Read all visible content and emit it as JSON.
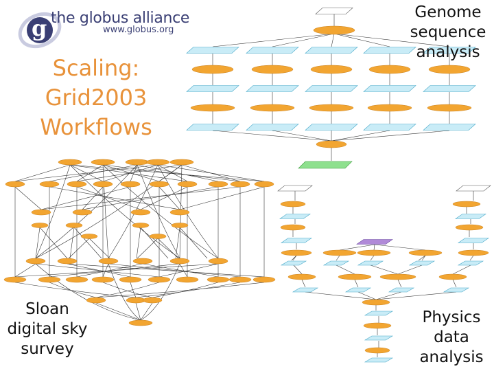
{
  "logo": {
    "name": "the globus alliance",
    "url": "www.globus.org",
    "mark_letter": "g",
    "colors": {
      "globe": "#3a3f74",
      "ring": "#c9cbe0",
      "text": "#3a3f74"
    }
  },
  "title": {
    "lines": [
      "Scaling:",
      "Grid2003",
      "Workflows"
    ],
    "color": "#e8923a"
  },
  "labels": {
    "genome": [
      "Genome",
      "sequence",
      "analysis"
    ],
    "sloan": [
      "Sloan",
      "digital sky",
      "survey"
    ],
    "physics": [
      "Physics",
      "data",
      "analysis"
    ]
  },
  "diagram_style": {
    "node_fill": "#f2a531",
    "node_stroke": "#c9801c",
    "para_fill": "#c9ecf7",
    "para_stroke": "#47a8c8",
    "edge_color": "#333333",
    "purple_node": "#b08ad8",
    "green_node": "#8ee08e"
  }
}
